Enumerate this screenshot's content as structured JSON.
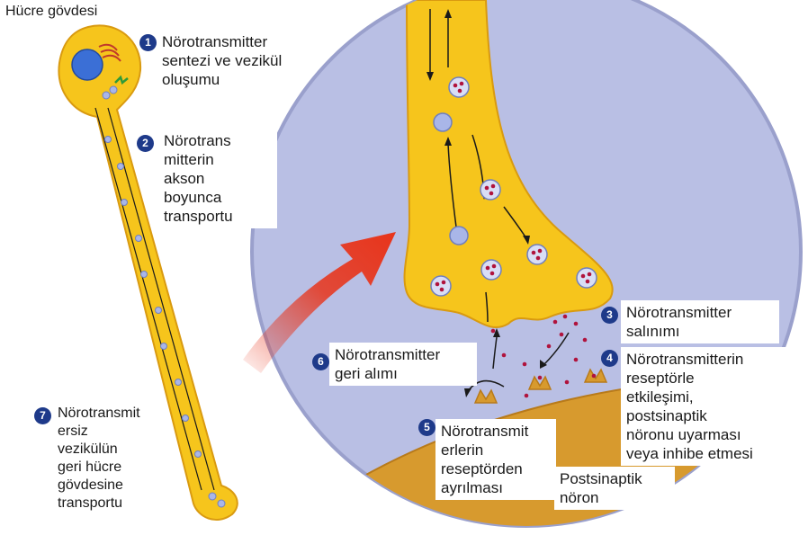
{
  "title": "Hücre gövdesi",
  "steps": [
    {
      "num": "1",
      "text": "Nörotransmitter\nsentezi ve vezikül\noluşumu"
    },
    {
      "num": "2",
      "text": "Nörotrans\nmitterin\nakson\nboyunca\ntransportu"
    },
    {
      "num": "3",
      "text": "Nörotransmitter\nsalınımı"
    },
    {
      "num": "4",
      "text": "Nörotransmitterin\nreseptörle\netkileşimi,\npostsinaptik\nnöronu uyarması\nveya inhibe etmesi"
    },
    {
      "num": "5",
      "text": "Nörotransmit\nerlerin\nreseptörden\nayrılması"
    },
    {
      "num": "6",
      "text": "Nörotransmitter\ngeri alımı"
    },
    {
      "num": "7",
      "text": "Nörotransmit\nersiz\nvezikülün\ngeri hücre\ngövdesine\ntransportu"
    }
  ],
  "postsynaptic_label": "Postsinaptik\nnöron",
  "colors": {
    "neuron": "#f6c51c",
    "neuron_outline": "#d99a10",
    "circle_bg": "#b9bfe4",
    "circle_border": "#9aa0cc",
    "postsynaptic": "#d79a2e",
    "nucleus": "#3b6fd6",
    "vesicle": "#a9b6e8",
    "transmitter": "#b0133d",
    "arrow": "#e8341a",
    "badge": "#1e3a8a"
  }
}
